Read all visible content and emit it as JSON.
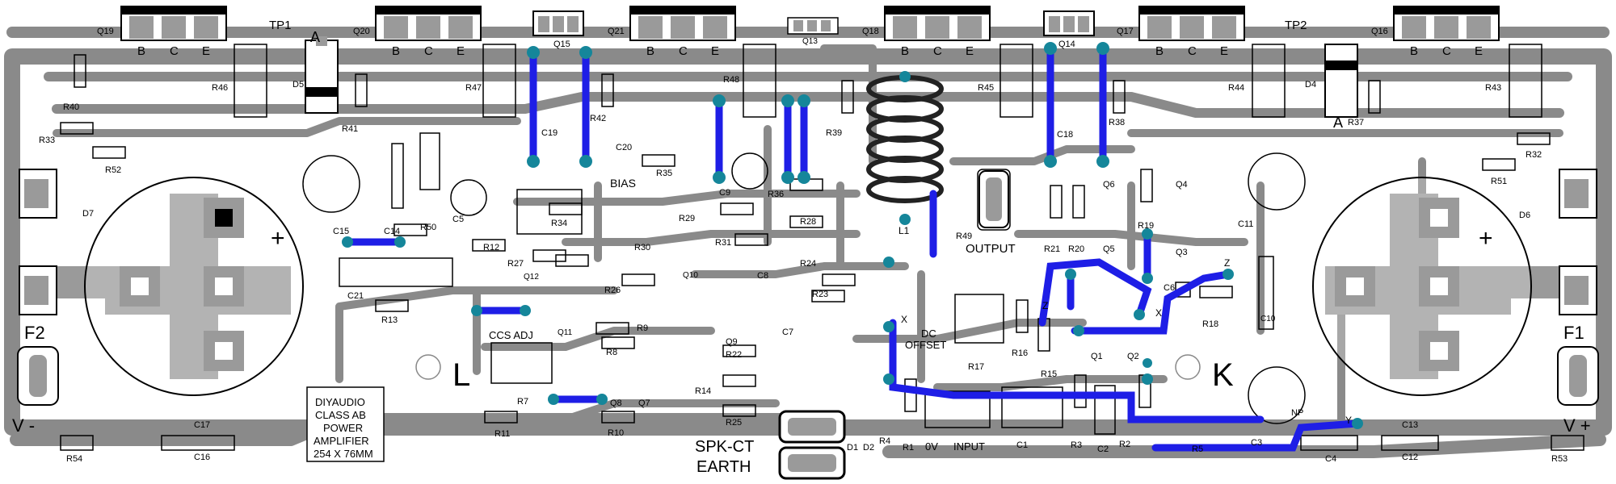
{
  "board": {
    "title_lines": [
      "DIYAUDIO",
      "CLASS AB",
      "POWER",
      "AMPLIFIER",
      "254 X 76MM"
    ],
    "silk_letters": {
      "left": "L",
      "right": "K"
    },
    "fuses": {
      "left": "F2",
      "right": "F1"
    },
    "rails": {
      "negative": "V -",
      "positive": "V +"
    },
    "bottom_labels": {
      "spk": "SPK-CT",
      "earth": "EARTH"
    },
    "big_caps_sign": "+"
  },
  "transistors_top": [
    {
      "ref": "Q19",
      "pins": [
        "B",
        "C",
        "E"
      ]
    },
    {
      "ref": "Q20",
      "pins": [
        "B",
        "C",
        "E"
      ]
    },
    {
      "ref": "Q21",
      "pins": [
        "B",
        "C",
        "E"
      ]
    },
    {
      "ref": "Q18",
      "pins": [
        "B",
        "C",
        "E"
      ]
    },
    {
      "ref": "Q17",
      "pins": [
        "B",
        "C",
        "E"
      ]
    },
    {
      "ref": "Q16",
      "pins": [
        "B",
        "C",
        "E"
      ]
    }
  ],
  "labels": {
    "TP1": "TP1",
    "TP2": "TP2",
    "Q15": "Q15",
    "Q14": "Q14",
    "Q13": "Q13",
    "R46": "R46",
    "R47": "R47",
    "R48": "R48",
    "R45": "R45",
    "R44": "R44",
    "R43": "R43",
    "R40": "R40",
    "R33": "R33",
    "R52": "R52",
    "R41": "R41",
    "R42": "R42",
    "R39": "R39",
    "R38": "R38",
    "R37": "R37",
    "R32": "R32",
    "R51": "R51",
    "D5": "D5",
    "D4": "D4",
    "D7": "D7",
    "D6": "D6",
    "A1": "A",
    "A2": "A",
    "C19": "C19",
    "C20": "C20",
    "R36": "R36",
    "C9": "C9",
    "R35": "R35",
    "C18": "C18",
    "C15": "C15",
    "C14": "C14",
    "R50": "R50",
    "C5": "C5",
    "R34": "R34",
    "BIAS": "BIAS",
    "R30": "R30",
    "R29": "R29",
    "R28": "R28",
    "R31": "R31",
    "L1": "L1",
    "R49": "R49",
    "OUTPUT": "OUTPUT",
    "Q6": "Q6",
    "Q4": "Q4",
    "Q5": "Q5",
    "Q3": "Q3",
    "R21": "R21",
    "R20": "R20",
    "R19": "R19",
    "C11": "C11",
    "R12": "R12",
    "R27": "R27",
    "Q12": "Q12",
    "R26": "R26",
    "Q10": "Q10",
    "C8": "C8",
    "R24": "R24",
    "R23": "R23",
    "C21": "C21",
    "R13": "R13",
    "CCS_ADJ": "CCS ADJ",
    "Q11": "Q11",
    "R9": "R9",
    "C7": "C7",
    "Q9": "Q9",
    "R8": "R8",
    "R22": "R22",
    "R7": "R7",
    "Q8": "Q8",
    "Q7": "Q7",
    "R14": "R14",
    "R11": "R11",
    "R10": "R10",
    "R25": "R25",
    "DC_OFFSET_1": "DC",
    "DC_OFFSET_2": "OFFSET",
    "R17": "R17",
    "R16": "R16",
    "R15": "R15",
    "Q1": "Q1",
    "Q2": "Q2",
    "R18": "R18",
    "C6": "C6",
    "C10": "C10",
    "C17": "C17",
    "C16": "C16",
    "R54": "R54",
    "C13": "C13",
    "C12": "C12",
    "R53": "R53",
    "D1": "D1",
    "D2": "D2",
    "R4": "R4",
    "R1": "R1",
    "OV": "0V",
    "INPUT": "INPUT",
    "C1": "C1",
    "R3": "R3",
    "C2": "C2",
    "R2": "R2",
    "R5": "R5",
    "C3": "C3",
    "C4": "C4",
    "NP": "NP",
    "Z1": "Z",
    "Z2": "Z",
    "X1": "X",
    "X2": "X",
    "Y1": "Y"
  },
  "colors": {
    "copper": "#8a8a8a",
    "jumper": "#1e1ee6",
    "via": "#15869a",
    "silk": "#000000",
    "background": "#ffffff"
  }
}
